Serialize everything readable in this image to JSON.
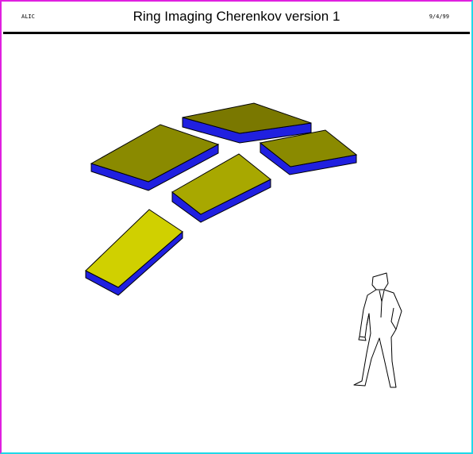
{
  "header": {
    "left_label": "ALIC",
    "title": "Ring Imaging Cherenkov version 1",
    "right_label": "9/4/99"
  },
  "colors": {
    "frame_left_top": "#e020e0",
    "frame_right_bottom": "#20d8e8",
    "module_side": "#2020e0",
    "outline": "#000000"
  },
  "modules": [
    {
      "name": "rich-module-top-center",
      "fill": "#7a7800"
    },
    {
      "name": "rich-module-top-left",
      "fill": "#8a8a00"
    },
    {
      "name": "rich-module-right",
      "fill": "#8a8a00"
    },
    {
      "name": "rich-module-middle",
      "fill": "#a8a800"
    },
    {
      "name": "rich-module-bottom-left",
      "fill": "#d0d000"
    }
  ],
  "scale_figure": {
    "name": "human-scale-figure"
  }
}
